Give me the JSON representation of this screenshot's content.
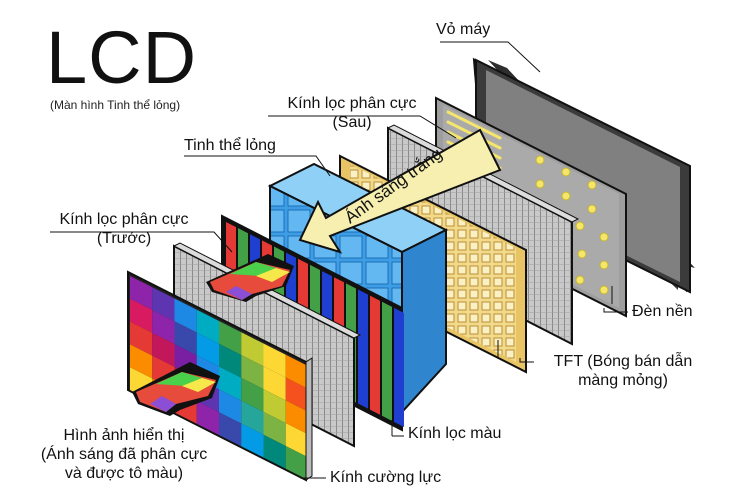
{
  "title": "LCD",
  "subtitle": "(Màn hình Tinh thể lỏng)",
  "arrow_text": "Ánh sáng trắng",
  "labels": {
    "case": "Vỏ máy",
    "rear_polarizer": [
      "Kính lọc phân cực",
      "(Sau)"
    ],
    "liquid_crystal": "Tinh thể lỏng",
    "front_polarizer": [
      "Kính lọc phân cực",
      "(Trước)"
    ],
    "backlight": "Đèn nền",
    "tft": [
      "TFT (Bóng bán dẫn",
      "màng mỏng)"
    ],
    "color_filter": "Kính lọc màu",
    "cover_glass": "Kính cường lực",
    "display_image": [
      "Hình ảnh hiển thị",
      "(Ánh sáng đã phân cực",
      "và được tô màu)"
    ]
  },
  "colors": {
    "case_frame": "#4a4a4a",
    "case_screen": "#7d7d7d",
    "tft_gold": "#e8c465",
    "lc_blue": "#4aa3e8",
    "arrow_fill": "#f6efb0",
    "outline": "#111111"
  },
  "icons": [
    "white-light-arrow-icon",
    "polarized-color-arrow-icon",
    "led-dot-icon"
  ]
}
